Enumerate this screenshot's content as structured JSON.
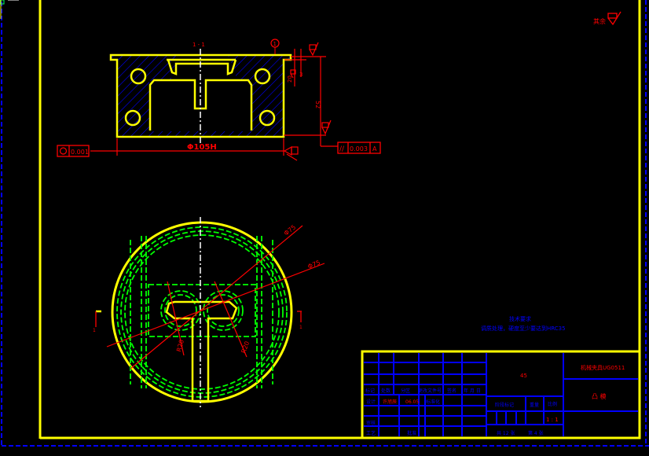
{
  "drawing": {
    "background": "#000000",
    "colors": {
      "outline": "#FFFF00",
      "hatch": "#0000FF",
      "dimension": "#FF0000",
      "hidden": "#00FF00",
      "centerline": "#FFFFFF",
      "border_dashed": "#0000FF",
      "title_grid": "#0000FF"
    },
    "section_label": "1 - 1",
    "datum_balloon": "1",
    "roughness_note": "其余",
    "section_view": {
      "diameter_dim": "Φ105H",
      "height_dim": "52",
      "step_dim_1": "20",
      "step_dim_2": "3",
      "roundness_tolerance": {
        "symbol": "○",
        "value": "0.001"
      },
      "parallelism_tolerance": {
        "symbol": "//",
        "value": "0.003",
        "datum": "A"
      }
    },
    "plan_view": {
      "dim_outer_1": "Φ75",
      "dim_outer_2": "Φ75",
      "dim_hole_left": "R20",
      "dim_hole_right": "R20",
      "section_marker_left": "1",
      "section_marker_right": "1"
    },
    "technical_requirements": {
      "title": "技术要求",
      "line1": "调质处理，硬度至少要达到HRC35"
    },
    "title_block": {
      "header_labels": [
        "标记",
        "处数",
        "分区",
        "更改文件号",
        "签名",
        "年 月 日"
      ],
      "designer_label": "设计",
      "designer_name": "许旭辰",
      "design_date": "06.05",
      "standardization_label": "标准化",
      "review_label": "审核",
      "process_label": "工艺",
      "approve_label": "批准",
      "material": "45",
      "stage_label": "阶段标记",
      "weight_label": "重量",
      "scale_label": "比例",
      "scale_value": "1 : 1",
      "sheets_total": "共 12 张",
      "sheet_no": "第 4 张",
      "drawing_no": "机械夹具UG0511",
      "part_name": "凸  模"
    }
  }
}
